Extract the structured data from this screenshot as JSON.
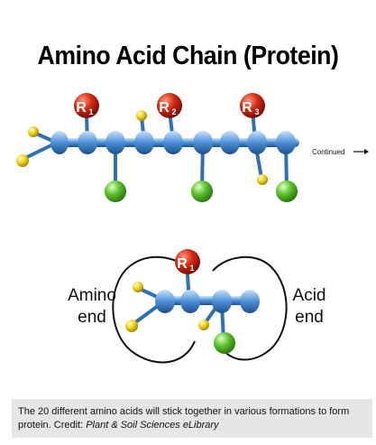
{
  "title": "Amino Acid Chain (Protein)",
  "continued_label": "Continued",
  "r_groups_top": [
    {
      "letter": "R",
      "sub": "1"
    },
    {
      "letter": "R",
      "sub": "2"
    },
    {
      "letter": "R",
      "sub": "3"
    }
  ],
  "r_group_bottom": {
    "letter": "R",
    "sub": "1"
  },
  "amino_end": {
    "line1": "Amino",
    "line2": "end"
  },
  "acid_end": {
    "line1": "Acid",
    "line2": "end"
  },
  "caption": {
    "text": "The 20 different amino acids will stick together in various formations to form protein. Credit: ",
    "credit": "Plant & Soil Sciences eLibrary"
  },
  "colors": {
    "backbone_atom": "#3f8fd8",
    "hydrogen": "#f2d21a",
    "oxygen": "#58c02c",
    "r_group": "#d42a14",
    "caption_bg": "#e6e6e6"
  }
}
